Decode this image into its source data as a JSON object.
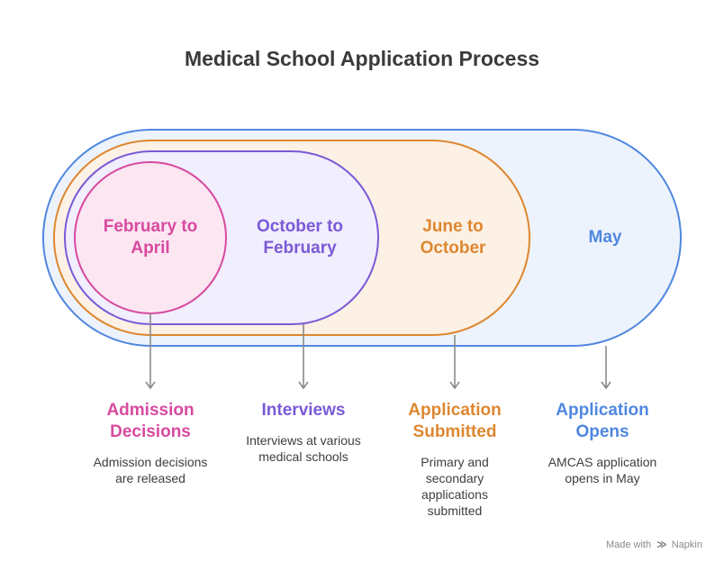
{
  "title": "Medical School Application Process",
  "colors": {
    "pink": "#d84a9f",
    "purple": "#7a5ad6",
    "orange": "#dd8730",
    "blue": "#4f87e0",
    "arrow": "#8a8a8a"
  },
  "stages": [
    {
      "period": "February to April",
      "period_lines": [
        "February to",
        "April"
      ],
      "heading": "Admission Decisions",
      "heading_lines": [
        "Admission",
        "Decisions"
      ],
      "description": "Admission decisions are released",
      "desc_lines": [
        "Admission decisions",
        "are released"
      ]
    },
    {
      "period": "October to February",
      "period_lines": [
        "October to",
        "February"
      ],
      "heading": "Interviews",
      "heading_lines": [
        "Interviews"
      ],
      "description": "Interviews at various medical schools",
      "desc_lines": [
        "Interviews at various",
        "medical schools"
      ]
    },
    {
      "period": "June to October",
      "period_lines": [
        "June to",
        "October"
      ],
      "heading": "Application Submitted",
      "heading_lines": [
        "Application",
        "Submitted"
      ],
      "description": "Primary and secondary applications submitted",
      "desc_lines": [
        "Primary and",
        "secondary",
        "applications",
        "submitted"
      ]
    },
    {
      "period": "May",
      "period_lines": [
        "May"
      ],
      "heading": "Application Opens",
      "heading_lines": [
        "Application",
        "Opens"
      ],
      "description": "AMCAS application opens in May",
      "desc_lines": [
        "AMCAS application",
        "opens in May"
      ]
    }
  ],
  "footer": {
    "prefix": "Made with",
    "brand": "Napkin"
  }
}
